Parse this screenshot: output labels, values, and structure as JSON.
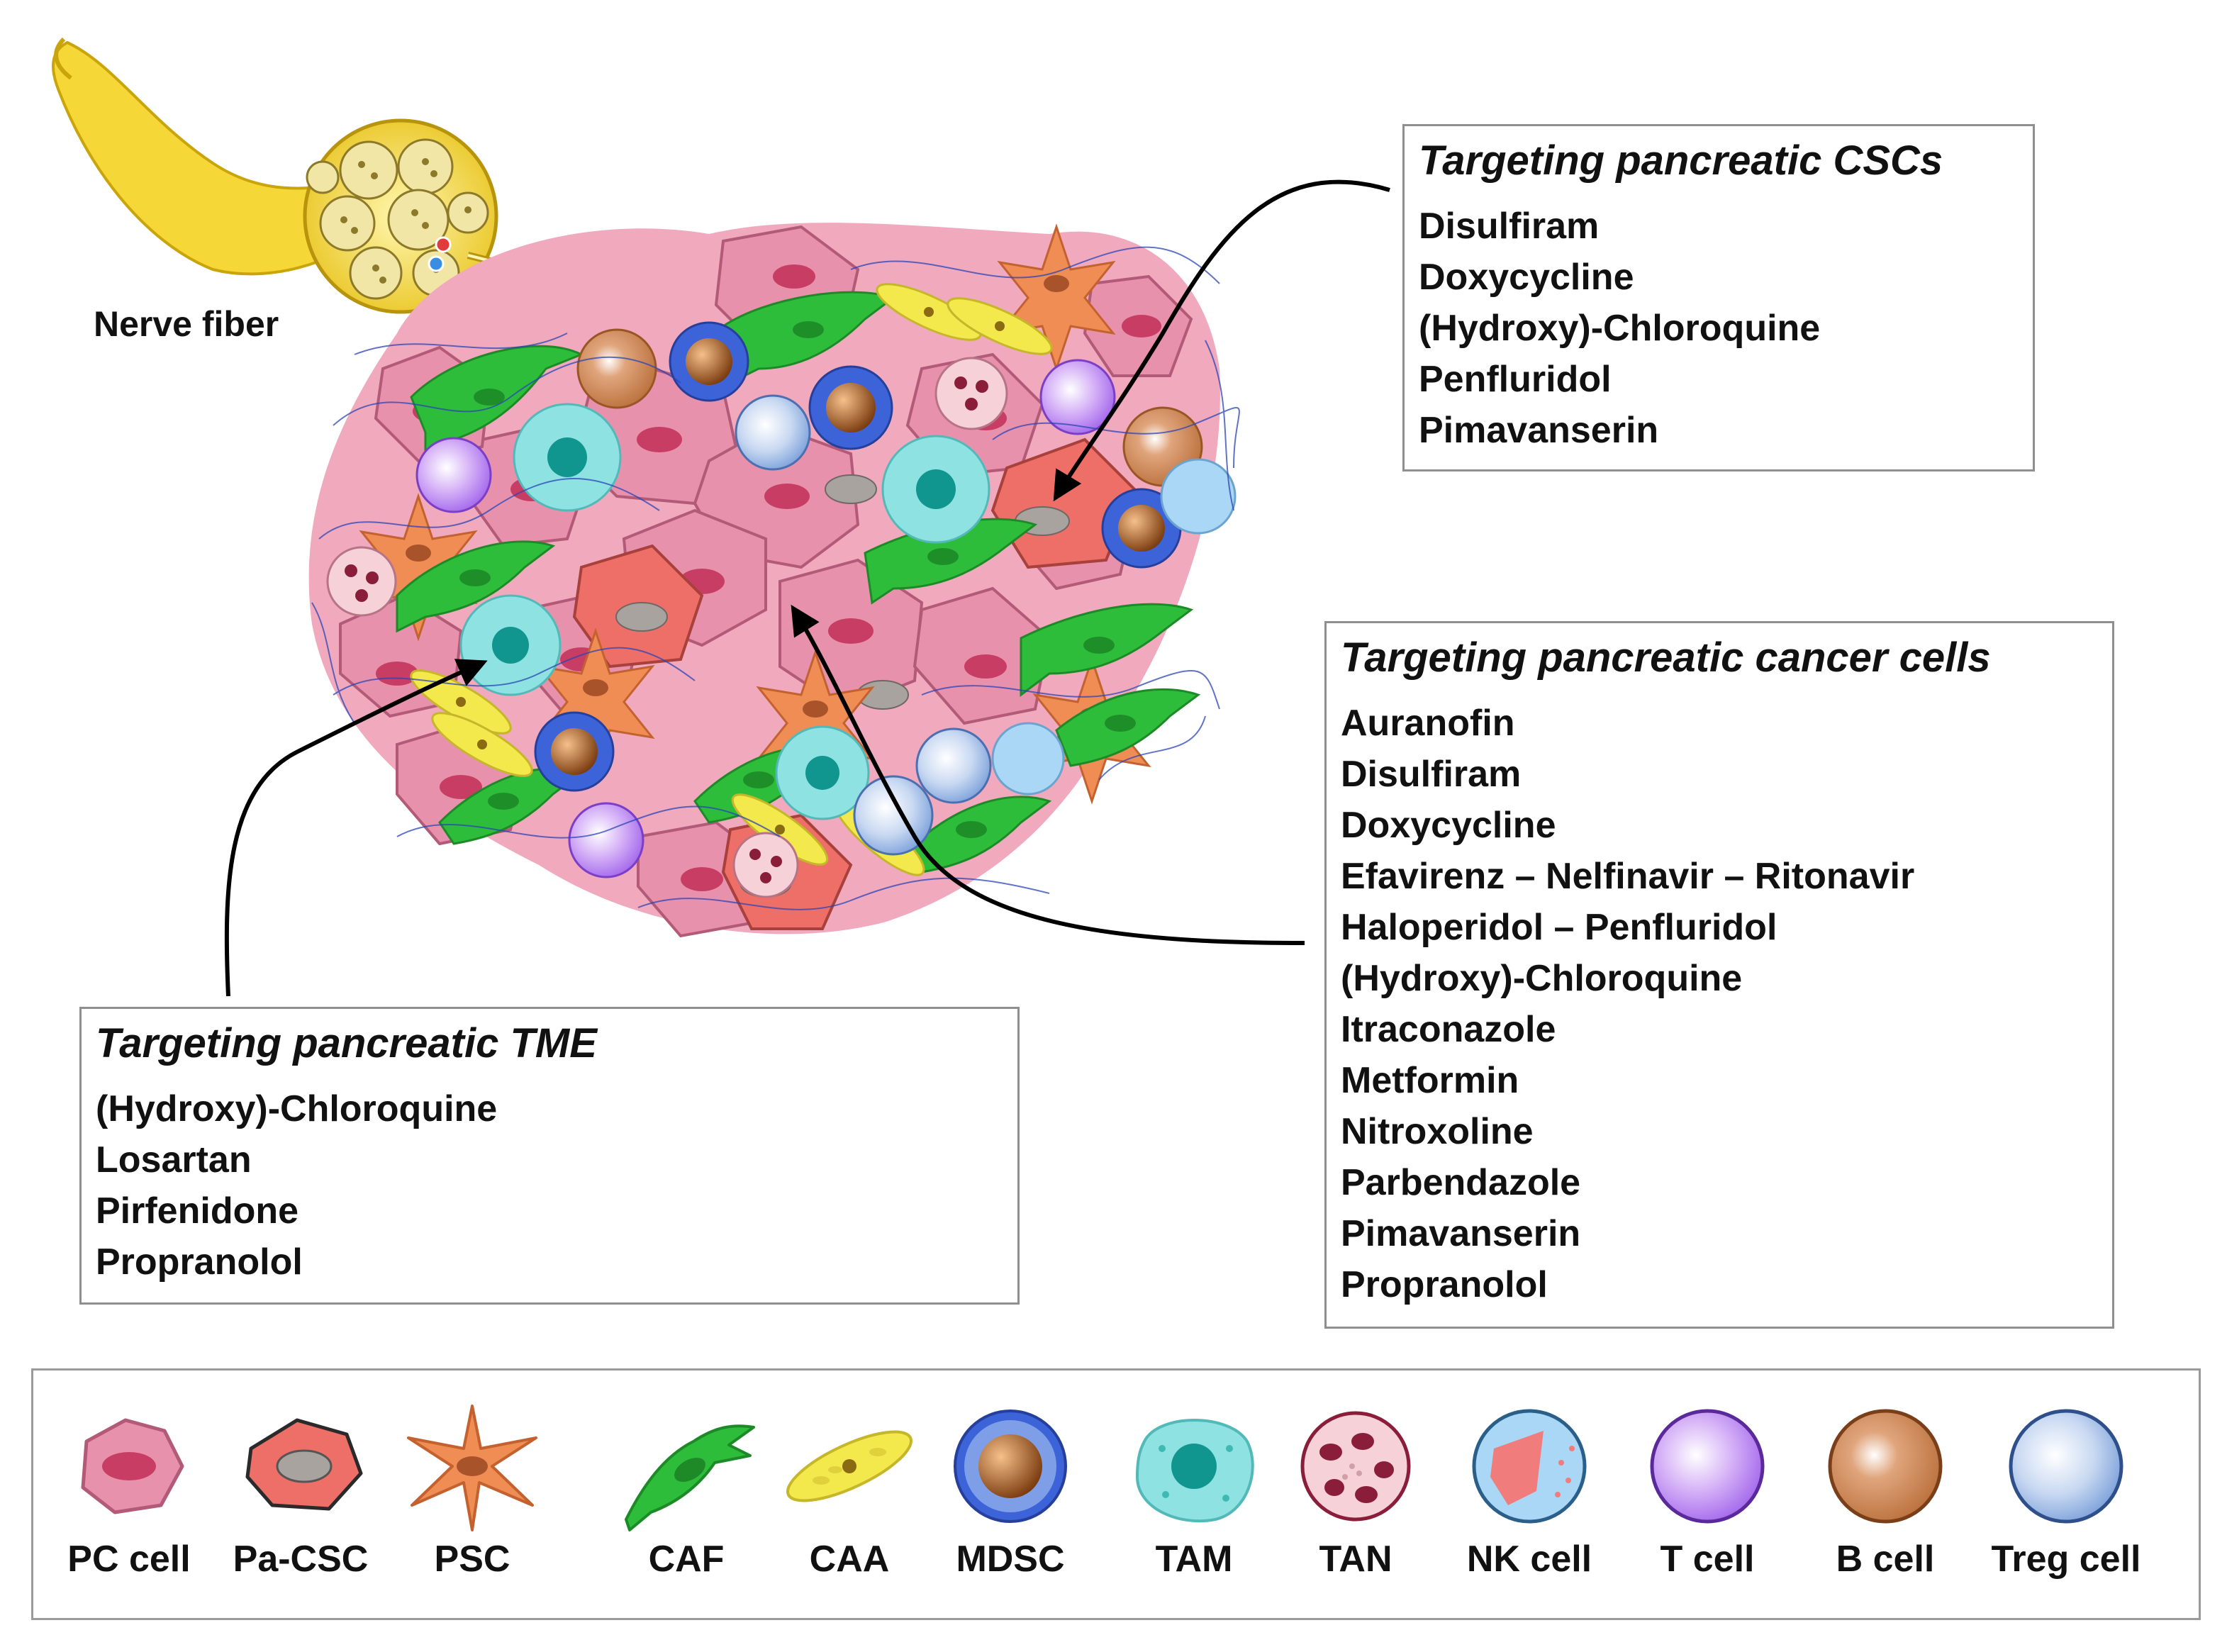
{
  "nerve_label": "Nerve fiber",
  "boxes": {
    "csc": {
      "title": "Targeting pancreatic CSCs",
      "items": [
        "Disulfiram",
        "Doxycycline",
        "(Hydroxy)-Chloroquine",
        "Penfluridol",
        "Pimavanserin"
      ]
    },
    "cancer": {
      "title": "Targeting pancreatic cancer cells",
      "items": [
        "Auranofin",
        "Disulfiram",
        "Doxycycline",
        "Efavirenz – Nelfinavir – Ritonavir",
        "Haloperidol – Penfluridol",
        "(Hydroxy)-Chloroquine",
        "Itraconazole",
        "Metformin",
        "Nitroxoline",
        "Parbendazole",
        "Pimavanserin",
        "Propranolol"
      ]
    },
    "tme": {
      "title": "Targeting pancreatic TME",
      "items": [
        "(Hydroxy)-Chloroquine",
        "Losartan",
        "Pirfenidone",
        "Propranolol"
      ]
    }
  },
  "legend": [
    {
      "label": "PC cell",
      "icon": "pc-cell-icon"
    },
    {
      "label": "Pa-CSC",
      "icon": "pa-csc-icon"
    },
    {
      "label": "PSC",
      "icon": "psc-icon"
    },
    {
      "label": "CAF",
      "icon": "caf-icon"
    },
    {
      "label": "CAA",
      "icon": "caa-icon"
    },
    {
      "label": "MDSC",
      "icon": "mdsc-icon"
    },
    {
      "label": "TAM",
      "icon": "tam-icon"
    },
    {
      "label": "TAN",
      "icon": "tan-icon"
    },
    {
      "label": "NK cell",
      "icon": "nk-cell-icon"
    },
    {
      "label": "T cell",
      "icon": "t-cell-icon"
    },
    {
      "label": "B cell",
      "icon": "b-cell-icon"
    },
    {
      "label": "Treg cell",
      "icon": "treg-cell-icon"
    }
  ],
  "colors": {
    "pc": "#e891ad",
    "pc_nucleus": "#c73d63",
    "csc": "#ee6f68",
    "csc_nucleus": "#a9a3a0",
    "psc": "#ef8d55",
    "psc_nucleus": "#a8532a",
    "caf": "#2ebd3b",
    "caf_dark": "#1d8a27",
    "caa": "#f3e84c",
    "caa_dot": "#8a6a12",
    "mdsc": "#3c63d8",
    "mdsc_core": "#9a5418",
    "tam": "#8ee3e2",
    "tam_nucleus": "#10968f",
    "tan": "#f6d2d8",
    "tan_lobes": "#8a1e3a",
    "nk": "#aad7f5",
    "nk_core": "#f07c7c",
    "t": "#b57df0",
    "b": "#f3b588",
    "treg": "#8fb3e3",
    "nerve": "#f6d738",
    "matrix": "#2b45b5",
    "box_border": "#8f8f8f",
    "arrow": "#000000"
  }
}
